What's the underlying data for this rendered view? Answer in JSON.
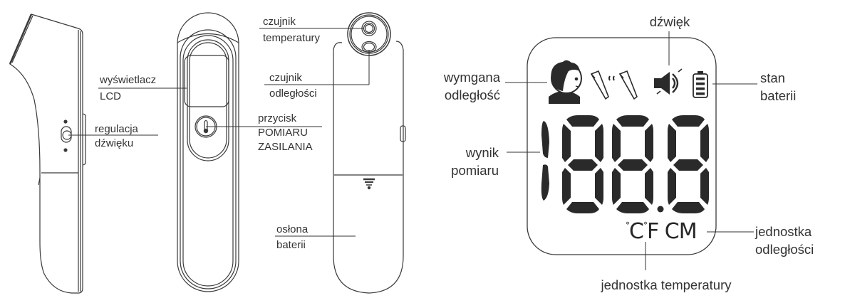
{
  "figure": {
    "title": "Thermometer parts and LCD display legend",
    "colors": {
      "line": "#3a3a3a",
      "text": "#333333",
      "lcd_segment": "#2a2a2a",
      "background": "#ffffff"
    }
  },
  "device_labels": {
    "lcd_display": [
      "wyświetlacz",
      "LCD"
    ],
    "sound_control": [
      "regulacja",
      "dźwięku"
    ],
    "temperature_sensor": [
      "czujnik",
      "temperatury"
    ],
    "distance_sensor": [
      "czujnik",
      "odległości"
    ],
    "measure_power_button": [
      "przycisk",
      "POMIARU",
      "ZASILANIA"
    ],
    "battery_cover": [
      "osłona",
      "baterii"
    ]
  },
  "lcd_labels": {
    "sound": "dźwięk",
    "required_distance": [
      "wymgana",
      "odległość"
    ],
    "battery_status": [
      "stan",
      "baterii"
    ],
    "measurement_result": [
      "wynik",
      "pomiaru"
    ],
    "distance_unit": [
      "jednostka",
      "odległości"
    ],
    "temperature_unit": "jednostka temperatury"
  },
  "lcd_display": {
    "digits": "188.8",
    "unit_celsius": "C",
    "unit_fahrenheit": "F",
    "unit_distance": "CM",
    "degree_symbol": "°",
    "icons": [
      "child-face-icon",
      "thermometer-probe-icon",
      "speaker-sound-icon",
      "battery-icon"
    ]
  }
}
